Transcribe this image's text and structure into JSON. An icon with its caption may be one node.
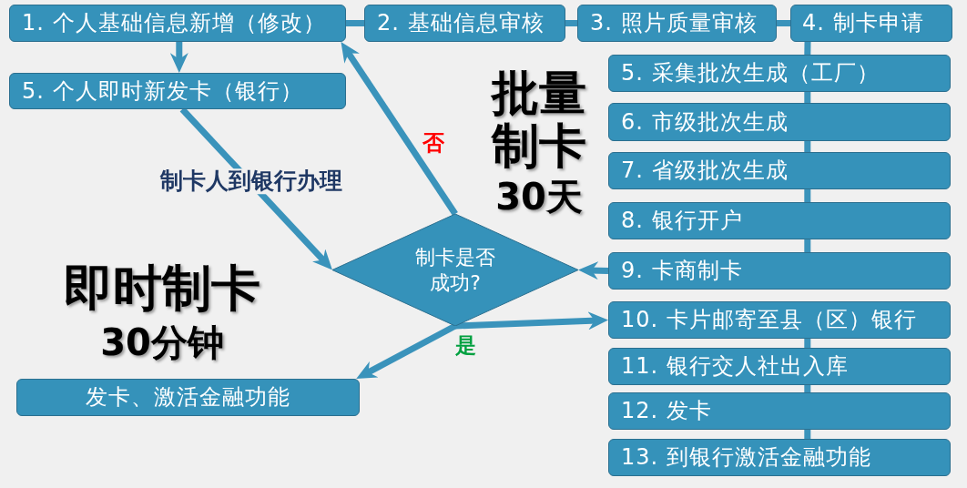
{
  "diagram": {
    "nodes": [
      {
        "text": [
          "1. 个人基础信息新增（修改）"
        ]
      },
      {
        "text": [
          "2. 基础信息审核"
        ]
      },
      {
        "text": [
          "3. 照片质量审核"
        ]
      },
      {
        "text": [
          "4. 制卡申请"
        ]
      },
      {
        "text": [
          "5. 个人即时新发卡（银行）"
        ]
      },
      {
        "text": [
          "5. 采集批次生成（工厂）"
        ]
      },
      {
        "text": [
          "6. 市级批次生成"
        ]
      },
      {
        "text": [
          "7. 省级批次生成"
        ]
      },
      {
        "text": [
          "8. 银行开户"
        ]
      },
      {
        "text": [
          "9. 卡商制卡"
        ]
      },
      {
        "text": [
          "10. 卡片邮寄至县（区）银行"
        ]
      },
      {
        "text": [
          "11. 银行交人社出入库"
        ]
      },
      {
        "text": [
          "12. 发卡"
        ]
      },
      {
        "text": [
          "13. 到银行激活金融功能"
        ]
      },
      {
        "text": [
          "制卡是否成功?"
        ]
      },
      {
        "text": [
          "发卡、激活金融功能"
        ]
      }
    ],
    "edges": [
      {
        "from": 0,
        "to": 1,
        "arrow": "none"
      },
      {
        "from": 1,
        "to": 2,
        "arrow": "none"
      },
      {
        "from": 2,
        "to": 3,
        "arrow": "none"
      },
      {
        "from": 3,
        "to": 5,
        "arrow": "none"
      },
      {
        "from": 5,
        "to": 6,
        "arrow": "none"
      },
      {
        "from": 6,
        "to": 7,
        "arrow": "none"
      },
      {
        "from": 7,
        "to": 8,
        "arrow": "none"
      },
      {
        "from": 8,
        "to": 9,
        "arrow": "none"
      },
      {
        "from": 0,
        "to": 4,
        "arrow": "to"
      },
      {
        "from": 4,
        "to": 14,
        "arrow": "to",
        "label": "制卡人到银行办理"
      },
      {
        "from": 14,
        "to": 0,
        "arrow": "to",
        "label": "否"
      },
      {
        "from": 9,
        "to": 14,
        "arrow": "to"
      },
      {
        "from": 14,
        "to": 10,
        "arrow": "to",
        "label": "是"
      },
      {
        "from": 14,
        "to": 15,
        "arrow": "to"
      },
      {
        "from": 10,
        "to": 11,
        "arrow": "none"
      },
      {
        "from": 11,
        "to": 12,
        "arrow": "none"
      },
      {
        "from": 12,
        "to": 13,
        "arrow": "none"
      }
    ],
    "labels": [
      "批量制卡",
      "30天",
      "即时制卡",
      "30分钟"
    ]
  }
}
